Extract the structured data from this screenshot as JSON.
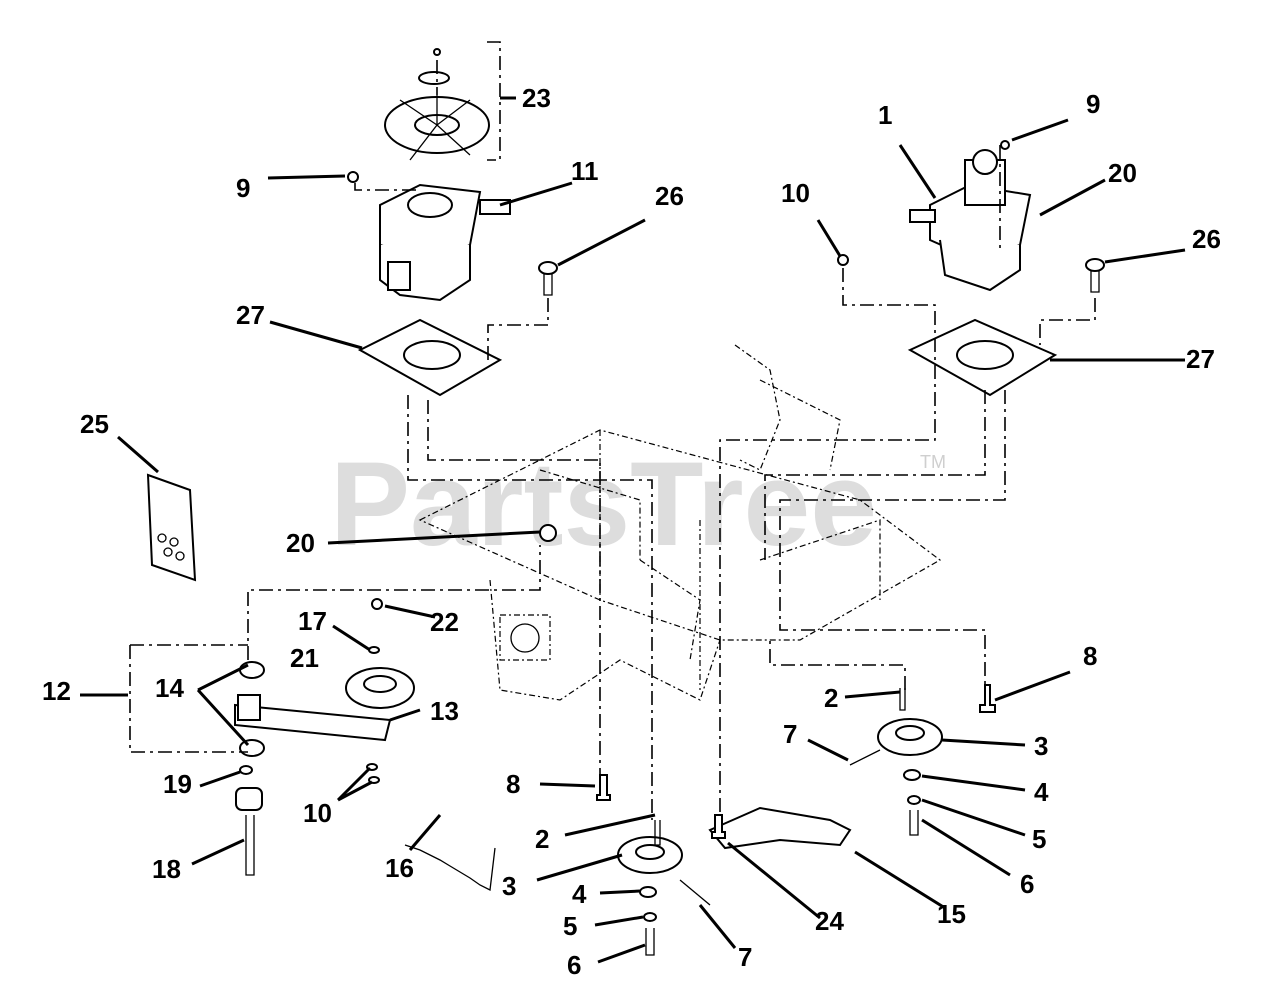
{
  "watermark": {
    "text": "PartsTree",
    "trademark": "TM"
  },
  "callouts": [
    {
      "id": "c1",
      "label": "1"
    },
    {
      "id": "c2a",
      "label": "2"
    },
    {
      "id": "c2b",
      "label": "2"
    },
    {
      "id": "c3a",
      "label": "3"
    },
    {
      "id": "c3b",
      "label": "3"
    },
    {
      "id": "c4a",
      "label": "4"
    },
    {
      "id": "c4b",
      "label": "4"
    },
    {
      "id": "c5a",
      "label": "5"
    },
    {
      "id": "c5b",
      "label": "5"
    },
    {
      "id": "c6a",
      "label": "6"
    },
    {
      "id": "c6b",
      "label": "6"
    },
    {
      "id": "c7a",
      "label": "7"
    },
    {
      "id": "c7b",
      "label": "7"
    },
    {
      "id": "c8a",
      "label": "8"
    },
    {
      "id": "c8b",
      "label": "8"
    },
    {
      "id": "c9a",
      "label": "9"
    },
    {
      "id": "c9b",
      "label": "9"
    },
    {
      "id": "c10a",
      "label": "10"
    },
    {
      "id": "c10b",
      "label": "10"
    },
    {
      "id": "c11",
      "label": "11"
    },
    {
      "id": "c12",
      "label": "12"
    },
    {
      "id": "c13",
      "label": "13"
    },
    {
      "id": "c14",
      "label": "14"
    },
    {
      "id": "c15",
      "label": "15"
    },
    {
      "id": "c16",
      "label": "16"
    },
    {
      "id": "c17",
      "label": "17"
    },
    {
      "id": "c18",
      "label": "18"
    },
    {
      "id": "c19",
      "label": "19"
    },
    {
      "id": "c20a",
      "label": "20"
    },
    {
      "id": "c20b",
      "label": "20"
    },
    {
      "id": "c21",
      "label": "21"
    },
    {
      "id": "c22",
      "label": "22"
    },
    {
      "id": "c23",
      "label": "23"
    },
    {
      "id": "c24",
      "label": "24"
    },
    {
      "id": "c25",
      "label": "25"
    },
    {
      "id": "c26a",
      "label": "26"
    },
    {
      "id": "c26b",
      "label": "26"
    },
    {
      "id": "c27a",
      "label": "27"
    },
    {
      "id": "c27b",
      "label": "27"
    }
  ]
}
